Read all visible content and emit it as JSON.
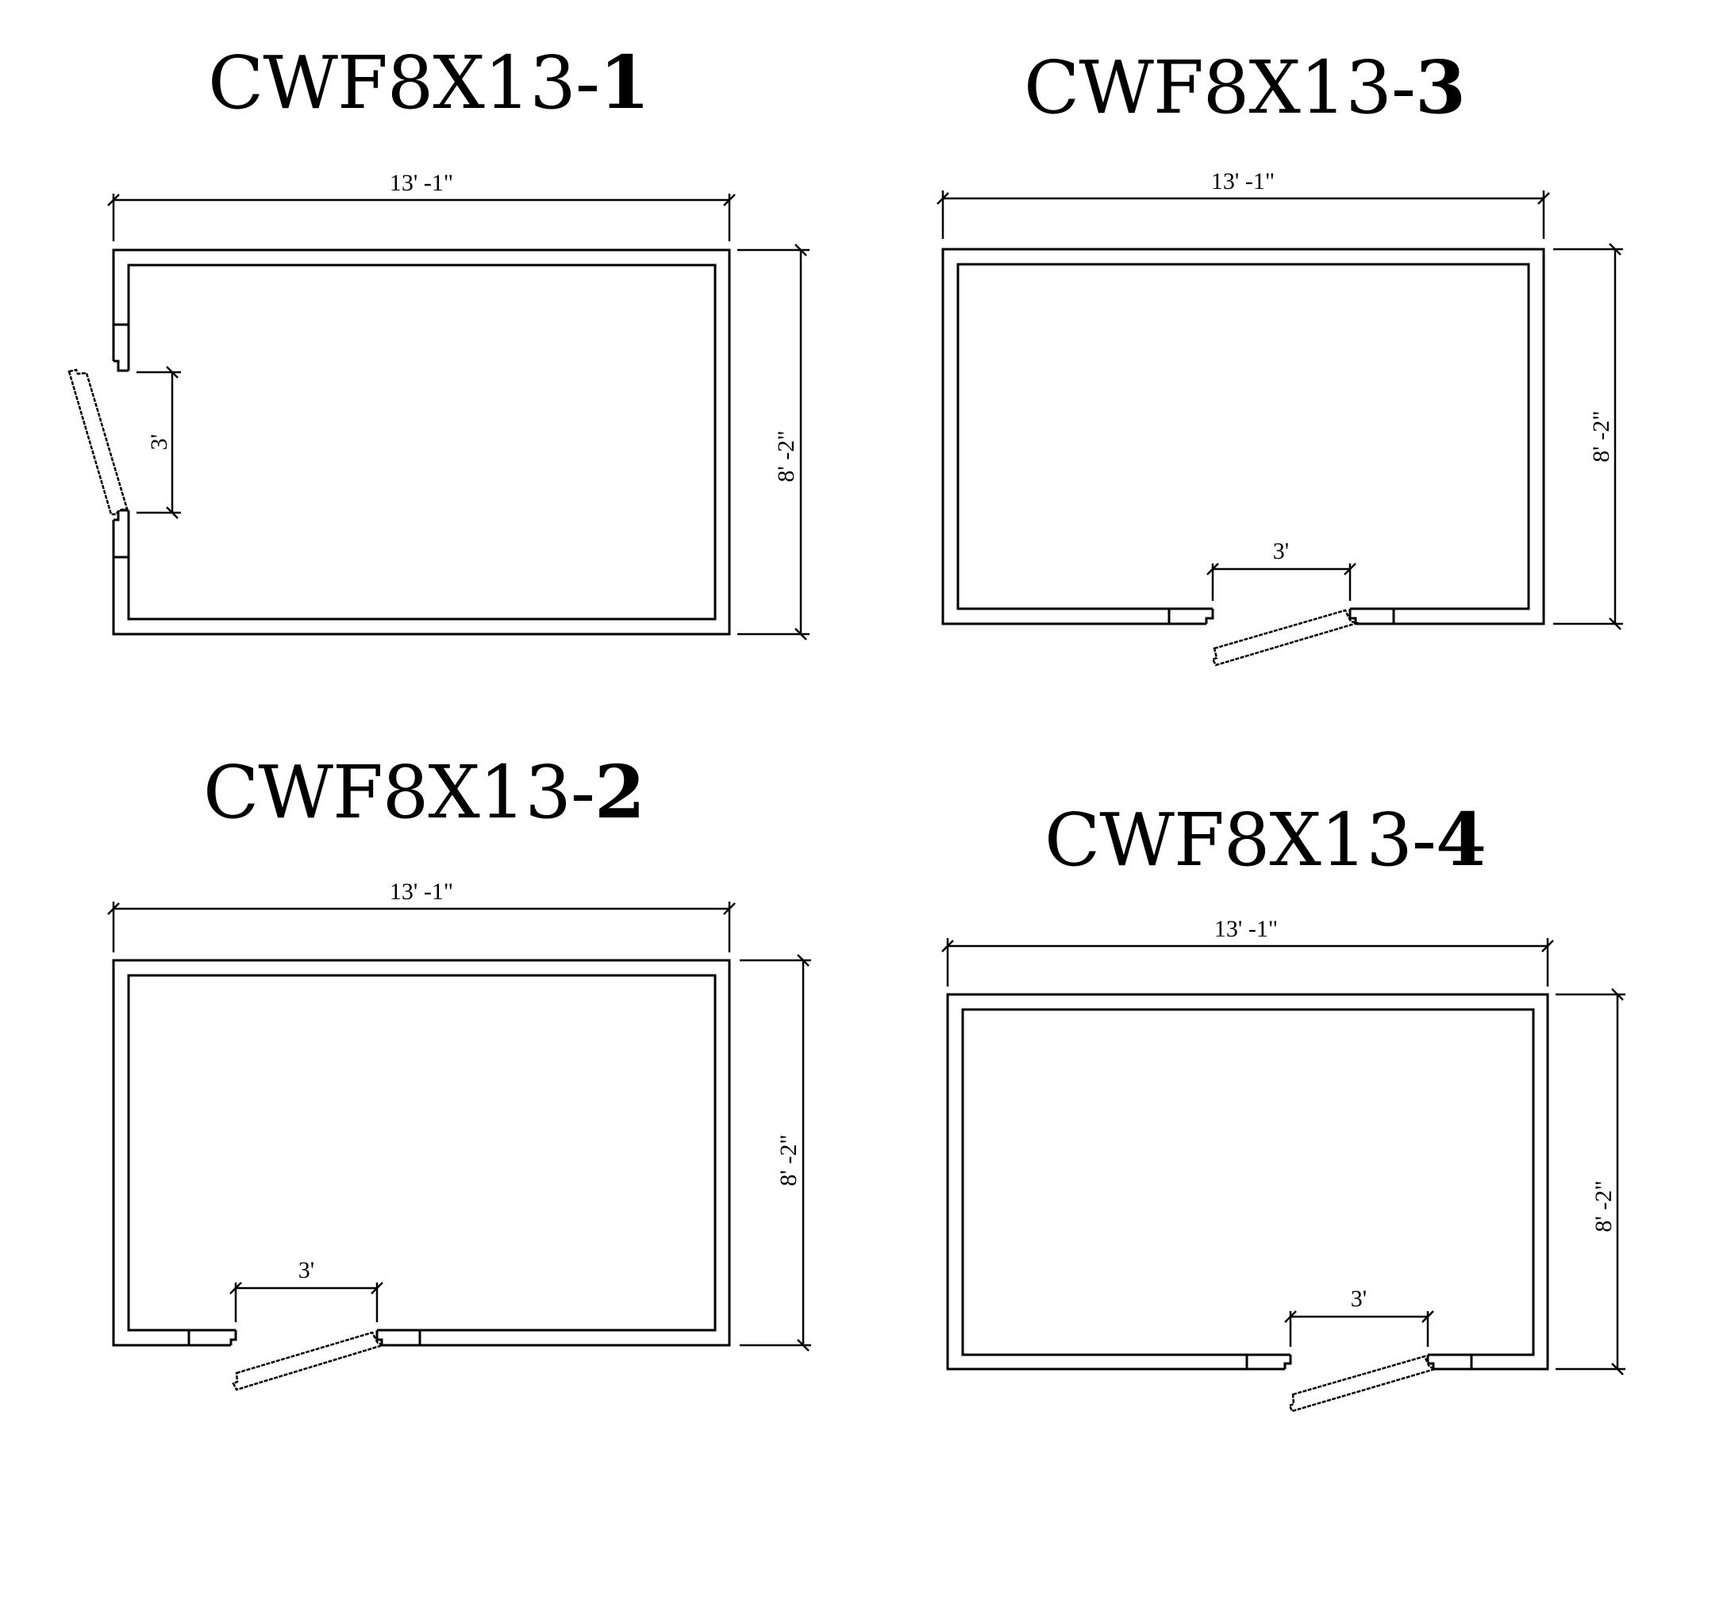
{
  "plans": [
    {
      "id": "plan-1",
      "title_prefix": "CWF8X13-",
      "title_number": "1",
      "width_label": "13' -1\"",
      "depth_label": "8' -2\"",
      "door_label": "3'",
      "door_wall": "left"
    },
    {
      "id": "plan-2",
      "title_prefix": "CWF8X13-",
      "title_number": "2",
      "width_label": "13' -1\"",
      "depth_label": "8' -2\"",
      "door_label": "3'",
      "door_wall": "front-left"
    },
    {
      "id": "plan-3",
      "title_prefix": "CWF8X13-",
      "title_number": "3",
      "width_label": "13' -1\"",
      "depth_label": "8' -2\"",
      "door_label": "3'",
      "door_wall": "front-center"
    },
    {
      "id": "plan-4",
      "title_prefix": "CWF8X13-",
      "title_number": "4",
      "width_label": "13' -1\"",
      "depth_label": "8' -2\"",
      "door_label": "3'",
      "door_wall": "front-right"
    }
  ],
  "colors": {
    "line": "#000000",
    "background": "#ffffff"
  }
}
